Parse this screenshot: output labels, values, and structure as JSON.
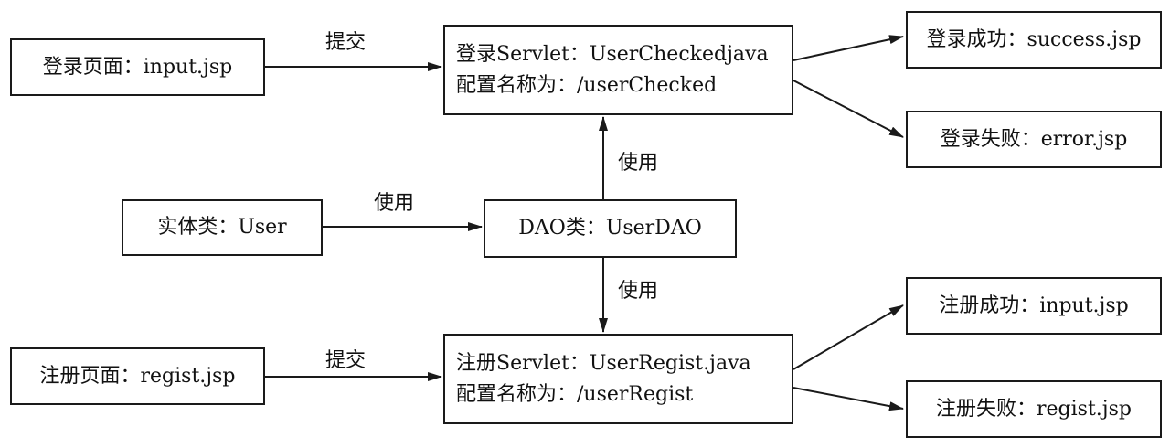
{
  "boxes": {
    "login_page": "登录页面：input.jsp",
    "login_servlet_line1": "登录Servlet：UserCheckedjava",
    "login_servlet_line2": "配置名称为：/userChecked",
    "login_success": "登录成功：success.jsp",
    "login_fail": "登录失败：error.jsp",
    "entity": "实体类：User",
    "dao": "DAO类：UserDAO",
    "regist_page": "注册页面：regist.jsp",
    "regist_servlet_line1": "注册Servlet：UserRegist.java",
    "regist_servlet_line2": "配置名称为：/userRegist",
    "regist_success": "注册成功：input.jsp",
    "regist_fail": "注册失败：regist.jsp"
  },
  "edge_labels": {
    "submit_login": "提交",
    "use_dao_to_login": "使用",
    "use_entity_to_dao": "使用",
    "use_dao_to_regist": "使用",
    "submit_regist": "提交"
  }
}
